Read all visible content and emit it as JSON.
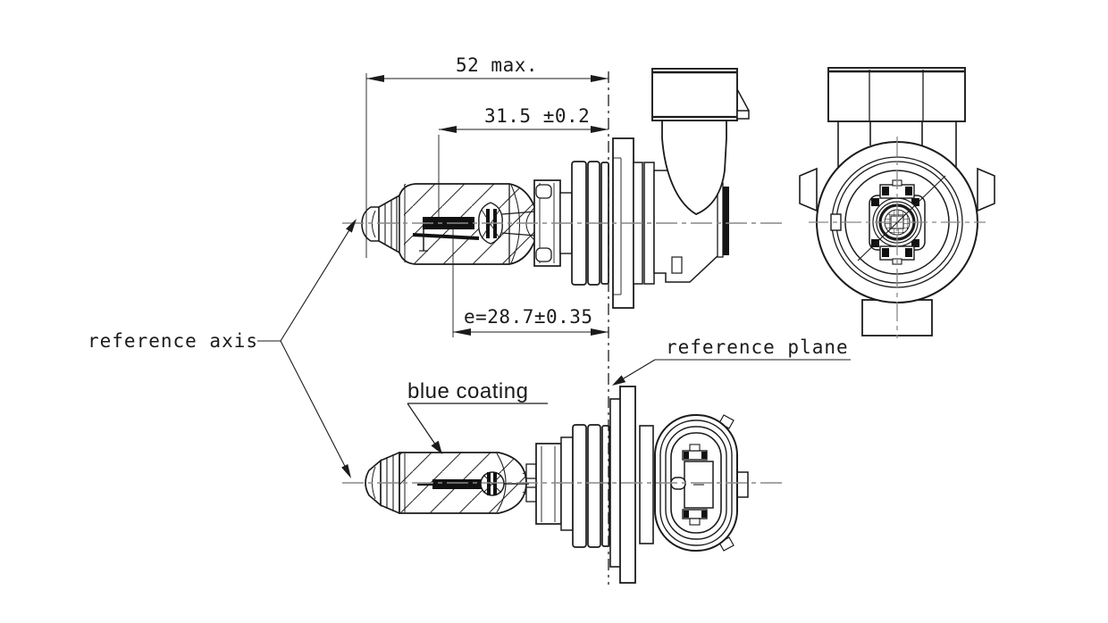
{
  "drawing": {
    "type": "technical-drawing-halogen-bulb",
    "labels": {
      "reference_axis": "reference axis",
      "reference_plane": "reference plane",
      "blue_coating": "blue coating"
    },
    "dimensions": {
      "overall_length": "52 max.",
      "bulb_length": "31.5 ±0.2",
      "filament_distance": "e=28.7±0.35"
    },
    "colors": {
      "line": "#1b1b1b",
      "centerline": "#888888",
      "fill": "#111111",
      "background": "#ffffff"
    }
  }
}
